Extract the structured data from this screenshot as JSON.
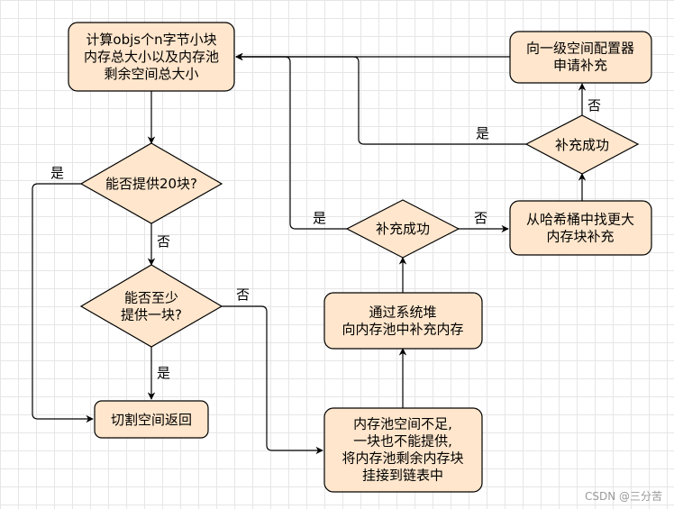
{
  "colors": {
    "node_fill": "#ffe6cc",
    "node_stroke": "#000000",
    "edge": "#000000"
  },
  "nodes": {
    "calc": "计算objs个n字节小块\n内存总大小以及内存池\n剩余空间总大小",
    "can20": "能否提供20块?",
    "can1": "能否至少\n提供一块?",
    "cut": "切割空间返回",
    "insufficient": "内存池空间不足,\n一块也不能提供,\n将内存池剩余内存块\n挂接到链表中",
    "heap": "通过系统堆\n向内存池中补充内存",
    "success1": "补充成功",
    "hash": "从哈希桶中找更大\n内存块补充",
    "success2": "补充成功",
    "level1": "向一级空间配置器\n申请补充"
  },
  "edges": {
    "yes_can20": "是",
    "no_can20": "否",
    "yes_can1": "是",
    "no_can1": "否",
    "yes_success1": "是",
    "no_success1": "否",
    "yes_success2": "是",
    "no_success2": "否"
  },
  "watermark": "CSDN @三分苦"
}
